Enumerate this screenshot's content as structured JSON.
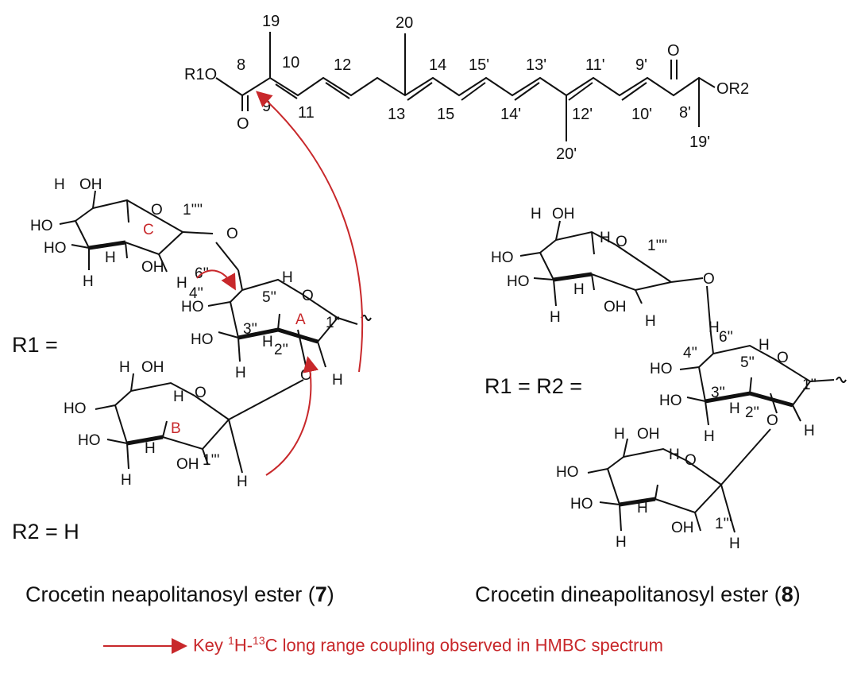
{
  "colors": {
    "bond": "#111111",
    "accent": "#c8282b"
  },
  "chain": {
    "left_group": "R1O",
    "right_group": "OR2",
    "oxygen": "O",
    "numbers": [
      "19",
      "8",
      "10",
      "9",
      "11",
      "12",
      "20",
      "13",
      "14",
      "15",
      "15'",
      "13'",
      "14'",
      "20'",
      "12'",
      "11'",
      "9'",
      "10'",
      "8'",
      "19'"
    ]
  },
  "ring_atoms": {
    "hydroxyl": "HO",
    "hydroxyl_alt": "OH",
    "hydrogen": "H",
    "oxygen": "O"
  },
  "compound7": {
    "r1_label": "R1 =",
    "r2_label": "R2 = H",
    "ring_c": "C",
    "ring_a": "A",
    "ring_b": "B",
    "positions": [
      "1''''",
      "6''",
      "4''",
      "5''",
      "3''",
      "2''",
      "1''",
      "1'''"
    ],
    "caption_name": "Crocetin neapolitanosyl ester",
    "caption_number": "7"
  },
  "compound8": {
    "r_label": "R1 = R2 =",
    "positions": [
      "1''''",
      "6''",
      "4''",
      "5''",
      "3''",
      "2''",
      "1''",
      "1'''"
    ],
    "caption_name": "Crocetin dineapolitanosyl ester",
    "caption_number": "8"
  },
  "legend": {
    "prefix": "Key ",
    "sup1": "1",
    "mid": "H-",
    "sup2": "13",
    "suffix": "C long range coupling observed in HMBC spectrum"
  }
}
